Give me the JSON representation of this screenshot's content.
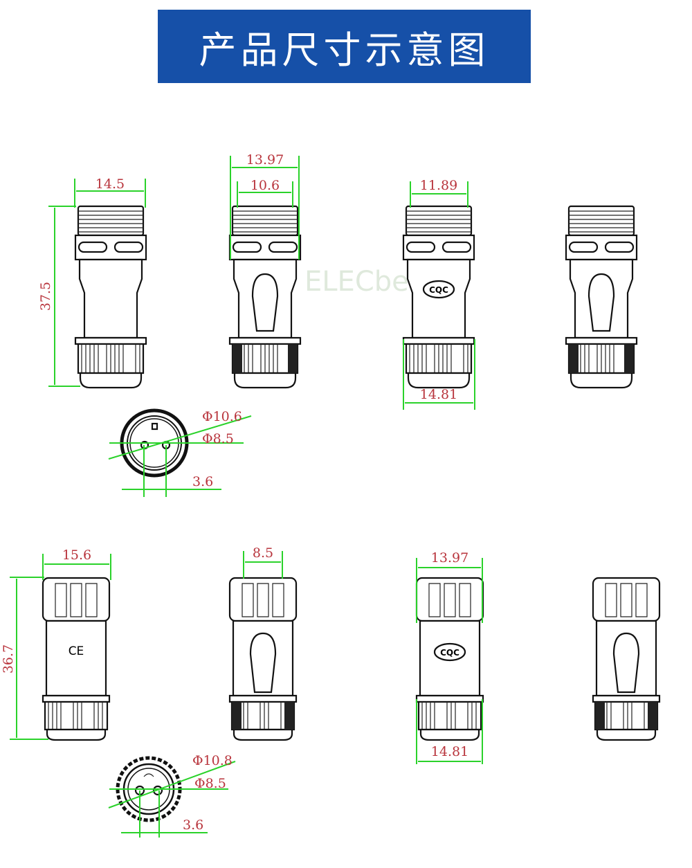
{
  "banner": {
    "title": "产品尺寸示意图",
    "color": "#1650a8"
  },
  "watermark": "ELECbee",
  "colors": {
    "dimension_text": "#b8343c",
    "dimension_line": "#2ad22a"
  },
  "male_connector": {
    "dimensions": {
      "thread_width": "14.5",
      "length": "37.5",
      "outer_width": "13.97",
      "inner_width": "10.6",
      "thread_width_angled": "11.89",
      "nut_width": "14.81"
    },
    "end_view": {
      "outer_diameter": "Φ10.6",
      "inner_diameter": "Φ8.5",
      "pin_spacing": "3.6"
    },
    "badge": "CQC"
  },
  "female_connector": {
    "dimensions": {
      "nut_width": "15.6",
      "length": "36.7",
      "front_width": "8.5",
      "outer_width": "13.97",
      "rear_nut_width": "14.81"
    },
    "end_view": {
      "outer_diameter": "Φ10.8",
      "inner_diameter": "Φ8.5",
      "pin_spacing": "3.6"
    },
    "badges": {
      "ce": "CE",
      "cqc": "CQC"
    }
  }
}
